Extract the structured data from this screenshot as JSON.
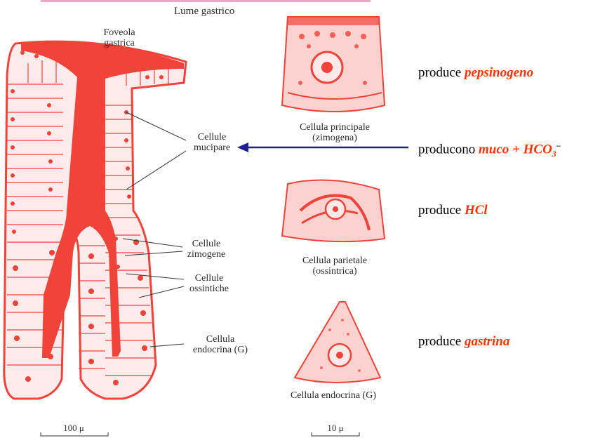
{
  "colors": {
    "tissue": "#f0433a",
    "tissue_light": "#f7a09a",
    "arrow": "#1f1f8f",
    "highlight": "#ff3300"
  },
  "labels": {
    "lumen": "Lume gastrico",
    "foveola_1": "Foveola",
    "foveola_2": "gastrica",
    "mucous_1": "Cellule",
    "mucous_2": "mucipare",
    "zymogen_1": "Cellule",
    "zymogen_2": "zimogene",
    "oxyntic_1": "Cellule",
    "oxyntic_2": "ossintiche",
    "endocrine_1": "Cellula",
    "endocrine_2": "endocrina (G)",
    "chief_1": "Cellula principale",
    "chief_2": "(zimogena)",
    "parietal_1": "Cellula parietale",
    "parietal_2": "(ossintrica)",
    "g_cell": "Cellula endocrina (G)",
    "scale_left": "100 μ",
    "scale_right": "10 μ"
  },
  "notes": {
    "chief": {
      "prefix": "produce ",
      "product": "pepsinogeno"
    },
    "mucous": {
      "prefix": "producono ",
      "product": "muco + HCO",
      "sub": "3",
      "sup": "–"
    },
    "parietal": {
      "prefix": "produce ",
      "product": "HCl"
    },
    "gcell": {
      "prefix": "produce ",
      "product": "gastrina"
    }
  }
}
